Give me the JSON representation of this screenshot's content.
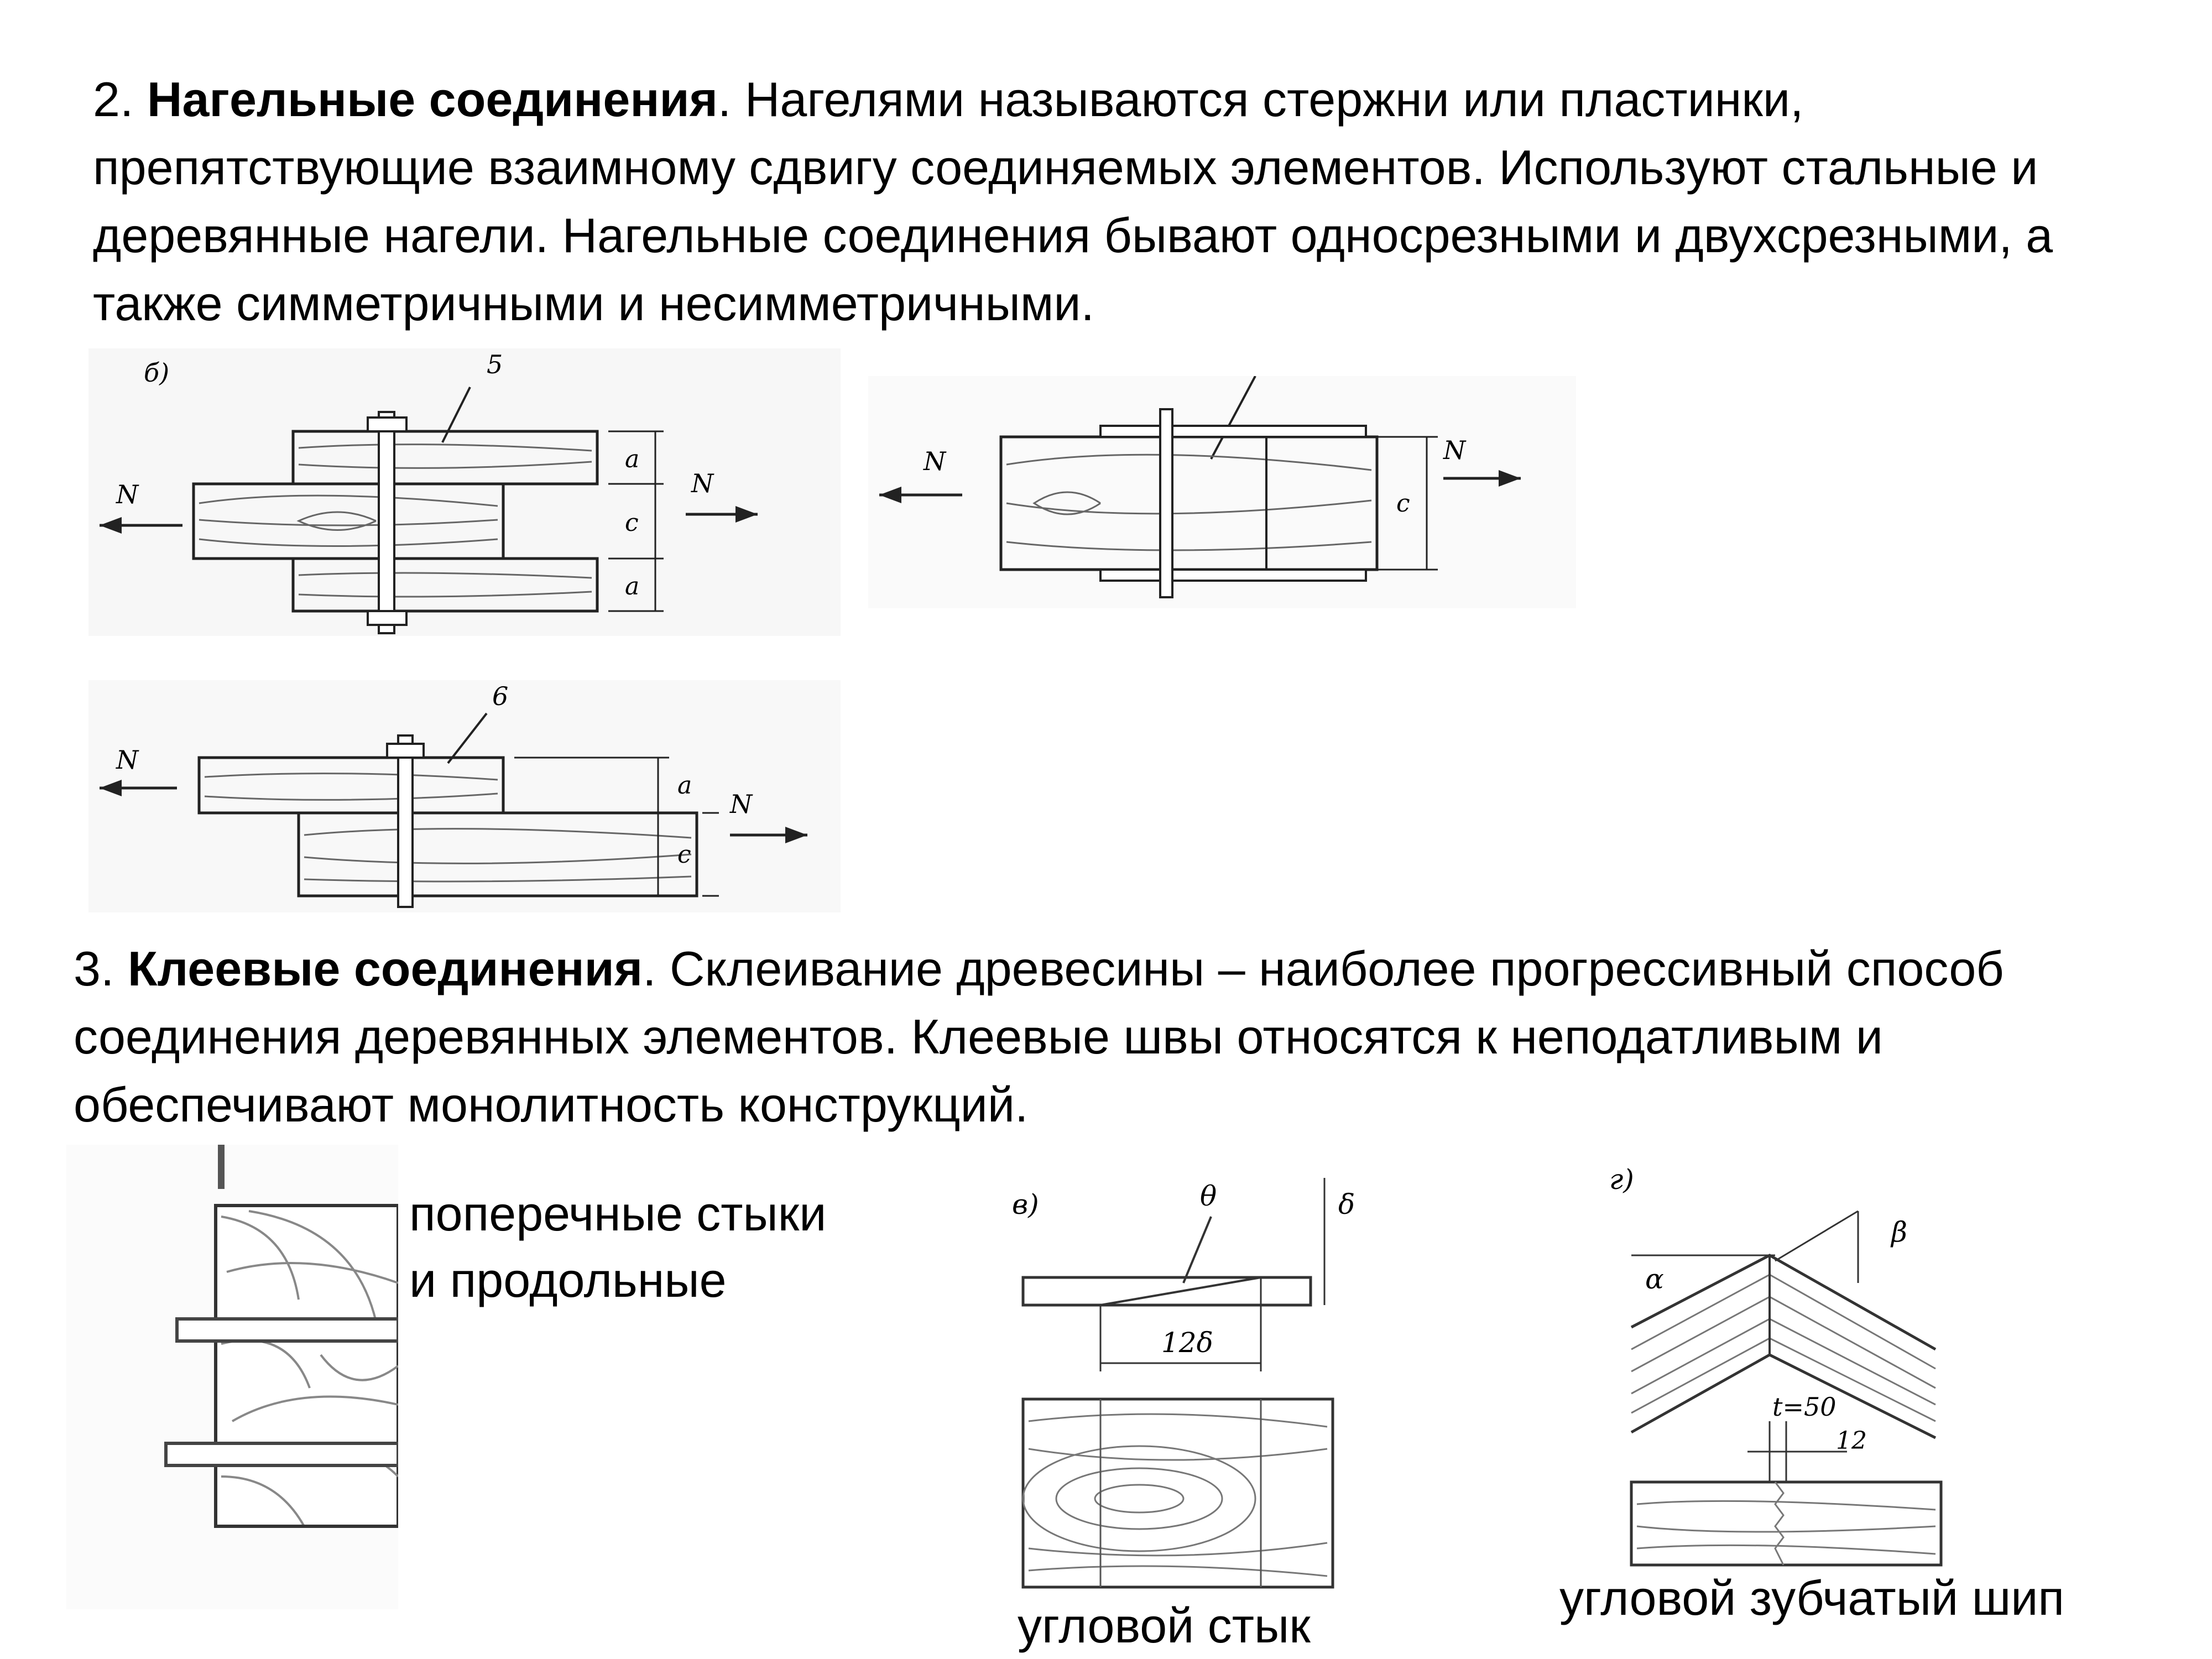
{
  "section2": {
    "number": "2.",
    "title": "Нагельные соединения",
    "text": ". Нагелями называются стержни или пластинки, препятствующие взаимному сдвигу соединяемых элементов. Используют стальные и деревянные нагели. Нагельные соединения бывают односрезными и двухсрезными, а также симметричными и несимметричными."
  },
  "section3": {
    "number": "3.",
    "title": "Клеевые соединения",
    "text": ". Склеивание древесины – наиболее прогрессивный способ соединения деревянных элементов. Клеевые швы относятся к неподатливым и обеспечивают монолитность конструкций."
  },
  "figures": {
    "fig1": {
      "letter": "б)",
      "part": "5",
      "force": "N",
      "dim_a": "a",
      "dim_c": "c"
    },
    "fig2": {
      "force": "N",
      "dim_c": "c"
    },
    "fig3": {
      "part": "6",
      "force": "N",
      "dim_a": "a",
      "dim_c": "c"
    },
    "fig5": {
      "letter": "в)",
      "part": "θ",
      "thickness": "δ",
      "length": "12δ"
    },
    "fig6": {
      "letter": "г)",
      "angle_a": "α",
      "angle_b": "β",
      "dim_t": "t=50",
      "dim_12": "12"
    }
  },
  "captions": {
    "joints": "поперечные стыки\nи продольные",
    "corner": "угловой стык",
    "finger": "угловой зубчатый шип"
  }
}
